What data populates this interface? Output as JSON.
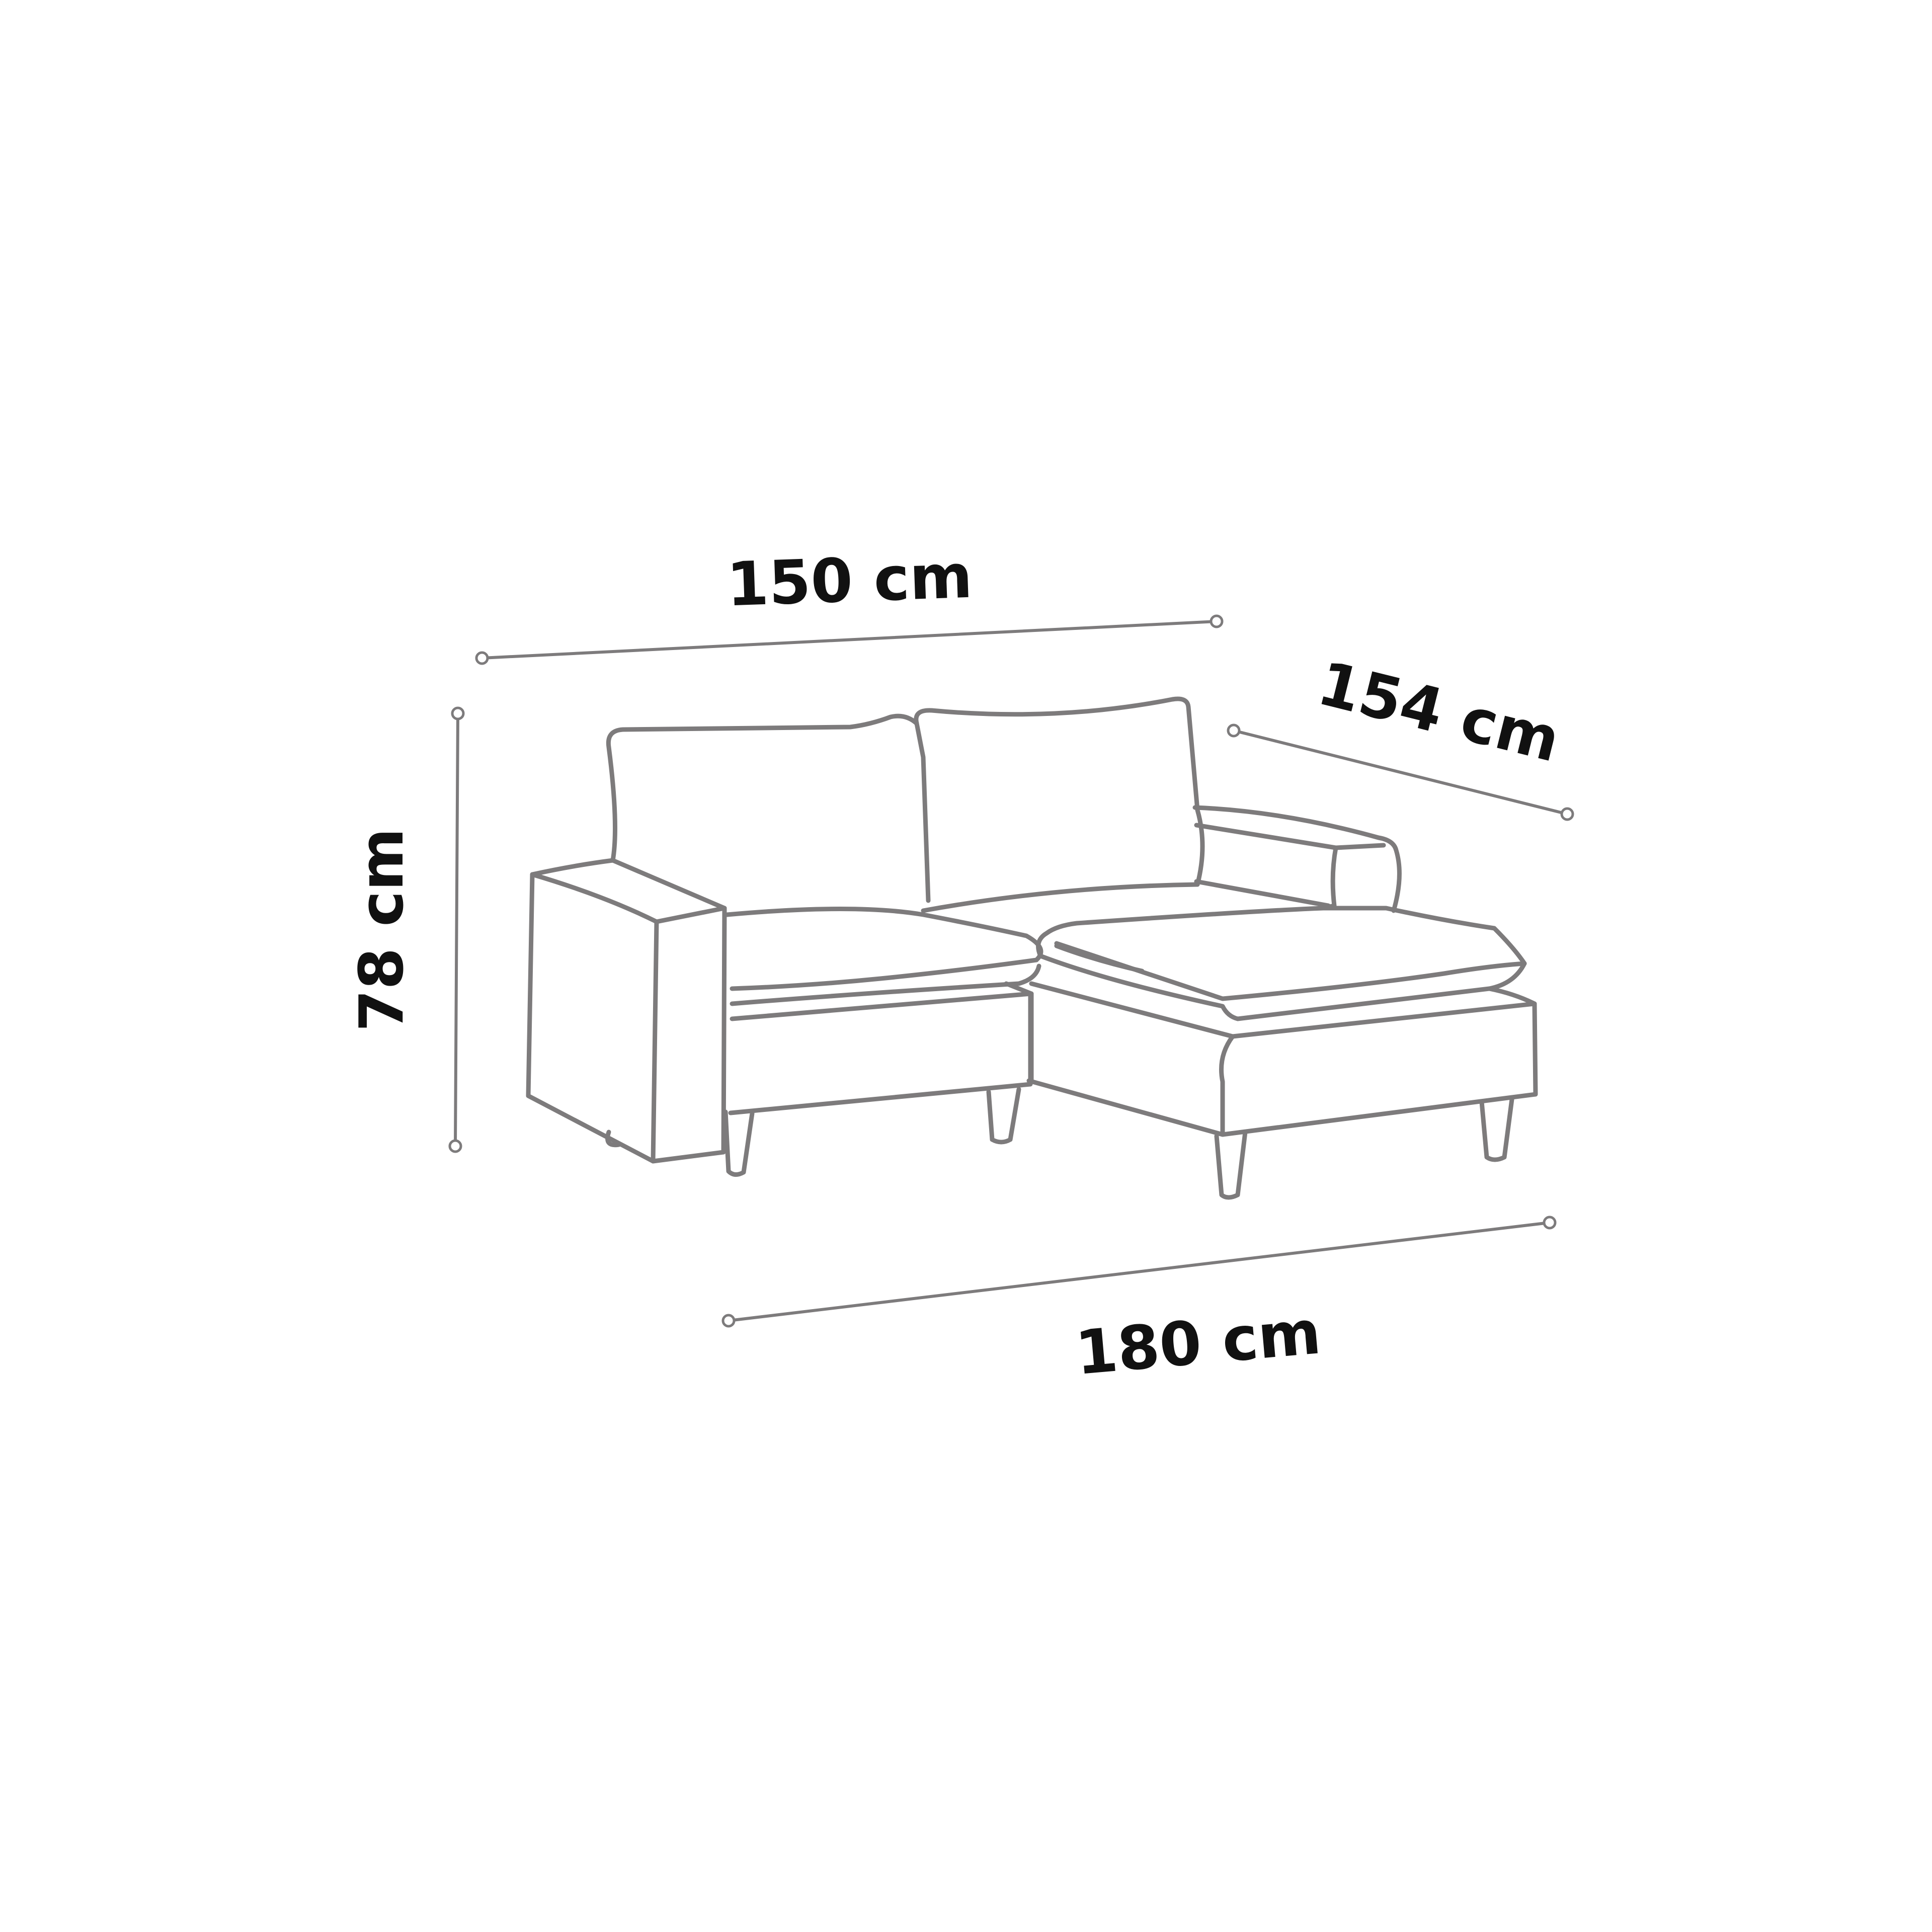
{
  "dimensions": {
    "top_width": "150 cm",
    "depth": "154 cm",
    "height": "78 cm",
    "bottom_width": "180 cm"
  },
  "colors": {
    "line": "#7d7b7c",
    "text": "#111111",
    "background": "#ffffff"
  }
}
